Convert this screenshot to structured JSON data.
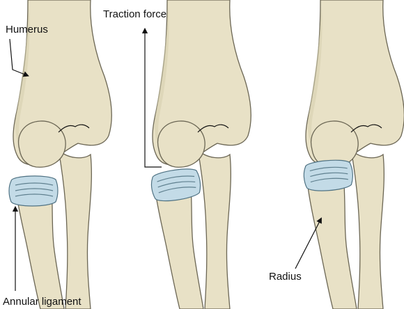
{
  "labels": {
    "humerus": "Humerus",
    "traction_force": "Traction force",
    "radius": "Radius",
    "annular_ligament": "Annular ligament"
  },
  "colors": {
    "bone": "#e8e1c6",
    "bone_outline": "#6b6654",
    "ligament": "#c3dbe7",
    "ligament_outline": "#4f7283"
  },
  "panels": [
    {
      "stage": "normal"
    },
    {
      "stage": "traction"
    },
    {
      "stage": "displaced"
    }
  ]
}
